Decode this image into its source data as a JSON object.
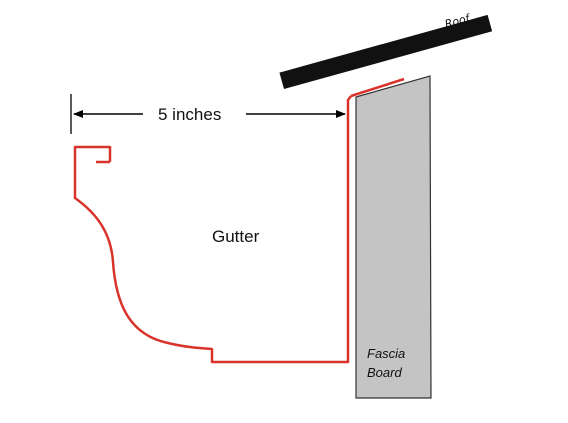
{
  "labels": {
    "dimension": "5 inches",
    "gutter": "Gutter",
    "roof": "Roof",
    "fascia_line1": "Fascia",
    "fascia_line2": "Board"
  },
  "colors": {
    "gutter_line": "#d9342b",
    "fascia_fill": "#c4c4c4",
    "fascia_stroke": "#333333",
    "roof_fill": "#111111",
    "dimension_line": "#000000"
  }
}
